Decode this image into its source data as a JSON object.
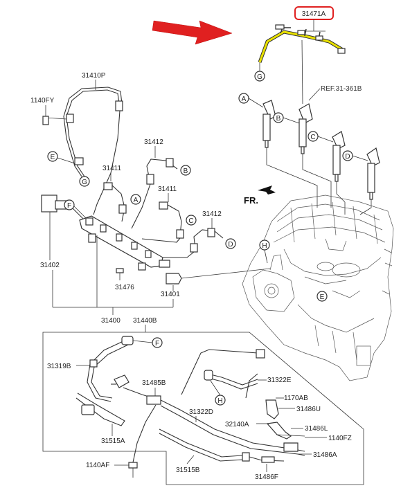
{
  "highlighted_part": "31471A",
  "ref_label": "REF.31-361B",
  "front_label": "FR.",
  "part_labels": {
    "p31410P": "31410P",
    "p1140FY": "1140FY",
    "p31412a": "31412",
    "p31411a": "31411",
    "p31411b": "31411",
    "p31412b": "31412",
    "p31402": "31402",
    "p31476": "31476",
    "p31401": "31401",
    "p31400": "31400",
    "p31440B": "31440B",
    "p31319B": "31319B",
    "p31485B": "31485B",
    "p31322E": "31322E",
    "p1170AB": "1170AB",
    "p31486U": "31486U",
    "p31322D": "31322D",
    "p32140A": "32140A",
    "p31486L": "31486L",
    "p1140FZ": "1140FZ",
    "p31515A": "31515A",
    "p31486A": "31486A",
    "p1140AF": "1140AF",
    "p31515B": "31515B",
    "p31486F": "31486F"
  },
  "callouts": {
    "A1": "A",
    "B1": "B",
    "C1": "C",
    "D1": "D",
    "A2": "A",
    "B2": "B",
    "C2": "C",
    "D2": "D",
    "E1": "E",
    "E2": "E",
    "F1": "F",
    "F2": "F",
    "G1": "G",
    "G2": "G",
    "H1": "H",
    "H2": "H"
  },
  "colors": {
    "highlight_box": "#e02020",
    "arrow": "#e02020",
    "harness": "#e8e000"
  }
}
